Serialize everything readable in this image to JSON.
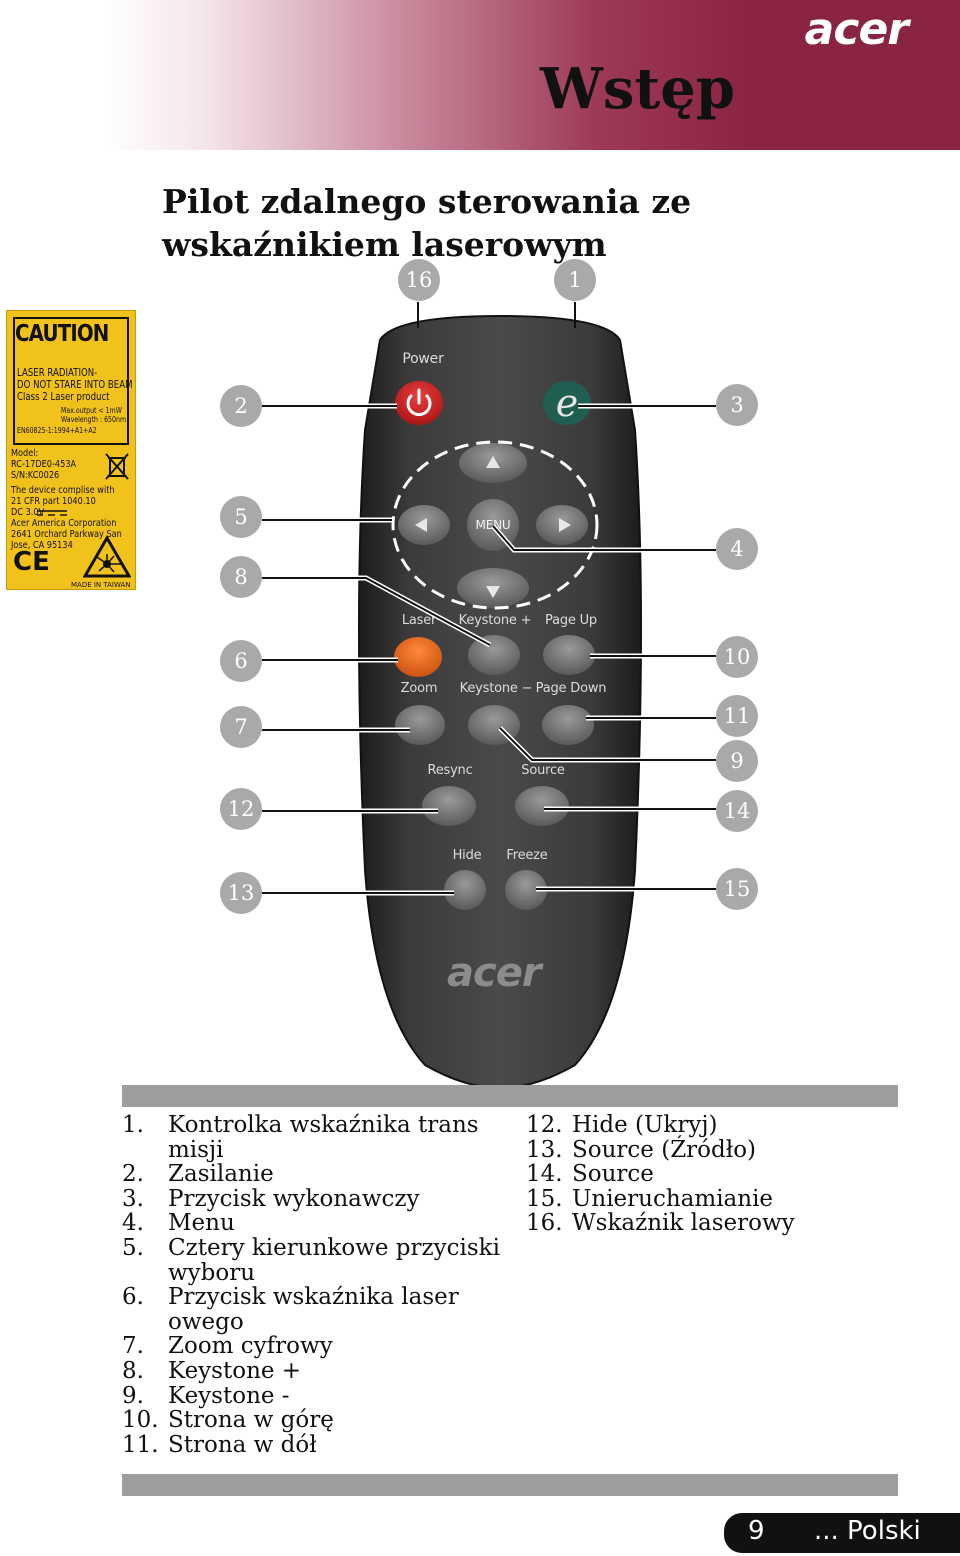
{
  "header": {
    "brand": "acer",
    "heading": "Wstęp"
  },
  "section_title": "Pilot zdalnego sterowania ze wskaźnikiem laserowym",
  "caution_label": {
    "title": "CAUTION",
    "warning_lines": [
      "LASER RADIATION-",
      "DO NOT STARE INTO BEAM",
      "Class 2 Laser product"
    ],
    "spec_lines": [
      "Max.output < 1mW",
      "Wavelength : 650nm"
    ],
    "standard": "EN60825-1:1994+A1+A2",
    "info_lines": [
      "Model:",
      "RC-17DE0-453A",
      "S/N:KC0026",
      "The device complise with",
      "21 CFR part 1040.10",
      "DC 3.0V",
      "Acer America Corporation",
      "2641 Orchard Parkway San",
      "Jose, CA 95134"
    ],
    "ce_mark": "CE",
    "made_in": "MADE IN TAIWAN"
  },
  "remote": {
    "logo": "acer",
    "labels": {
      "power": "Power",
      "menu": "MENU",
      "laser": "Laser",
      "keystone_plus": "Keystone +",
      "page_up": "Page Up",
      "zoom": "Zoom",
      "keystone_minus": "Keystone −",
      "page_down": "Page Down",
      "resync": "Resync",
      "source": "Source",
      "hide": "Hide",
      "freeze": "Freeze"
    },
    "colors": {
      "body": "#3a3a3a",
      "power": "#c81e1e",
      "empowering": "#1f6b5a",
      "laser": "#e0621a",
      "button": "#6d6d6d"
    }
  },
  "callouts": [
    "16",
    "1",
    "2",
    "3",
    "5",
    "4",
    "8",
    "6",
    "10",
    "7",
    "11",
    "9",
    "12",
    "14",
    "13",
    "15"
  ],
  "legend_left": [
    {
      "num": "1.",
      "text": "Kontrolka wskaźnika trans misji"
    },
    {
      "num": "2.",
      "text": "Zasilanie"
    },
    {
      "num": "3.",
      "text": "Przycisk wykonawczy"
    },
    {
      "num": "4.",
      "text": "Menu"
    },
    {
      "num": "5.",
      "text": "Cztery kierunkowe przyciski wyboru"
    },
    {
      "num": "6.",
      "text": "Przycisk wskaźnika laser owego"
    },
    {
      "num": "7.",
      "text": "Zoom cyfrowy"
    },
    {
      "num": "8.",
      "text": "Keystone +"
    },
    {
      "num": "9.",
      "text": "Keystone -"
    },
    {
      "num": "10.",
      "text": "Strona w górę"
    },
    {
      "num": "11.",
      "text": "Strona w dół"
    }
  ],
  "legend_right": [
    {
      "num": "12.",
      "text": "Hide (Ukryj)"
    },
    {
      "num": "13.",
      "text": "Source (Źródło)"
    },
    {
      "num": "14.",
      "text": "Source"
    },
    {
      "num": "15.",
      "text": "Unieruchamianie"
    },
    {
      "num": "16.",
      "text": "Wskaźnik laserowy"
    }
  ],
  "footer": {
    "page_number": "9",
    "language": "... Polski"
  }
}
